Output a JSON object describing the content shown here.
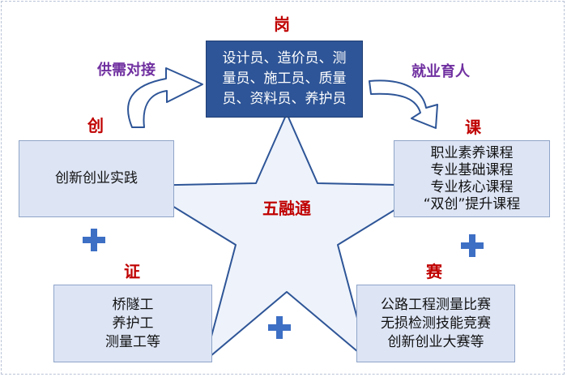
{
  "diagram": {
    "center": {
      "label": "五融通"
    },
    "gang": {
      "heading": "岗",
      "lines": [
        "设计员、造价员、测",
        "量员、施工员、质量",
        "员、资料员、养护员"
      ]
    },
    "left_arrow_label": "供需对接",
    "right_arrow_label": "就业育人",
    "chuang": {
      "heading": "创",
      "lines": [
        "创新创业实践"
      ]
    },
    "ke": {
      "heading": "课",
      "lines": [
        "职业素养课程",
        "专业基础课程",
        "专业核心课程",
        "“双创”提升课程"
      ]
    },
    "zheng": {
      "heading": "证",
      "lines": [
        "桥隧工",
        "养护工",
        "测量工等"
      ]
    },
    "sai": {
      "heading": "赛",
      "lines": [
        "公路工程测量比赛",
        "无损检测技能竞赛",
        "创新创业大赛等"
      ]
    },
    "colors": {
      "heading_red": "#c00000",
      "arrow_label_purple": "#7030a0",
      "center_box_blue": "#2e5597",
      "side_box_fill": "#dde5f5",
      "plus_blue": "#3d6fc4",
      "star_fill": "#eef3fb",
      "star_stroke": "#2e5597"
    },
    "icons": [
      "curved-arrow-left",
      "curved-arrow-right",
      "star-shape",
      "plus-icon"
    ]
  }
}
